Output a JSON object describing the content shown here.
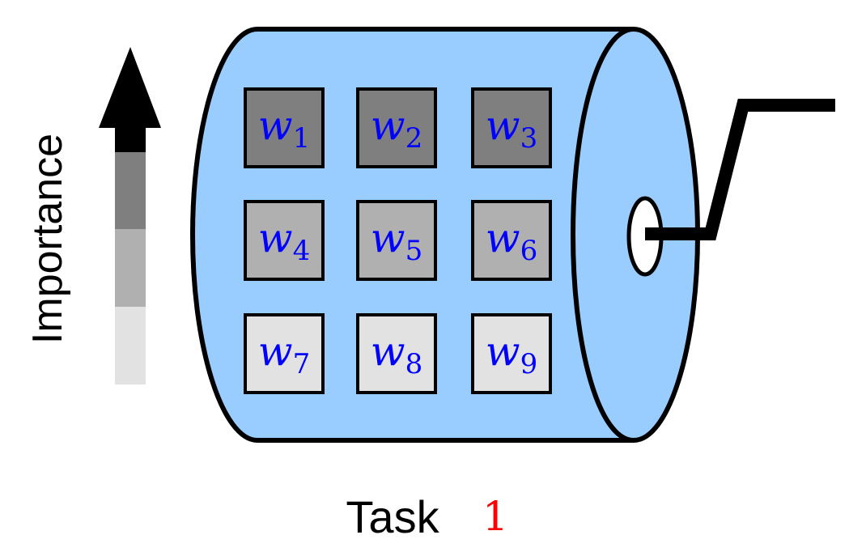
{
  "axis_label": "Importance",
  "importance_levels": [
    "#000000",
    "#7f7f7f",
    "#b0b0b0",
    "#e2e2e2"
  ],
  "colors": {
    "cylinder_fill": "#99ccff",
    "outline": "#000000",
    "weight_text": "#0000ff",
    "task_number": "#ff0000"
  },
  "weights": [
    {
      "symbol": "w",
      "sub": "1",
      "shade": "#7f7f7f"
    },
    {
      "symbol": "w",
      "sub": "2",
      "shade": "#7f7f7f"
    },
    {
      "symbol": "w",
      "sub": "3",
      "shade": "#7f7f7f"
    },
    {
      "symbol": "w",
      "sub": "4",
      "shade": "#b0b0b0"
    },
    {
      "symbol": "w",
      "sub": "5",
      "shade": "#b0b0b0"
    },
    {
      "symbol": "w",
      "sub": "6",
      "shade": "#b0b0b0"
    },
    {
      "symbol": "w",
      "sub": "7",
      "shade": "#e2e2e2"
    },
    {
      "symbol": "w",
      "sub": "8",
      "shade": "#e2e2e2"
    },
    {
      "symbol": "w",
      "sub": "9",
      "shade": "#e2e2e2"
    }
  ],
  "caption": {
    "word": "Task",
    "number": "1"
  }
}
